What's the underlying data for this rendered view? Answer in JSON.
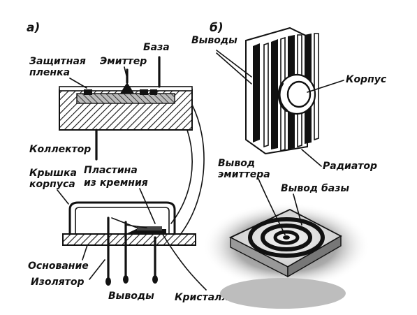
{
  "panels": {
    "a": {
      "letter": "а)"
    },
    "b": {
      "letter": "б)"
    }
  },
  "labels": {
    "protective_film_1": "Защитная",
    "protective_film_2": "пленка",
    "emitter": "Эмиттер",
    "base": "База",
    "collector": "Коллектор",
    "housing_lid_1": "Крышка",
    "housing_lid_2": "корпуса",
    "silicon_wafer_1": "Пластина",
    "silicon_wafer_2": "из кремния",
    "base_plate": "Основание",
    "insulator": "Изолятор",
    "leads_bottom": "Выводы",
    "crystal_holder": "Кристаллодержатель",
    "leads_top": "Выводы",
    "housing": "Корпус",
    "radiator": "Радиатор",
    "emitter_lead_1": "Вывод",
    "emitter_lead_2": "эмиттера",
    "base_lead": "Вывод базы"
  }
}
